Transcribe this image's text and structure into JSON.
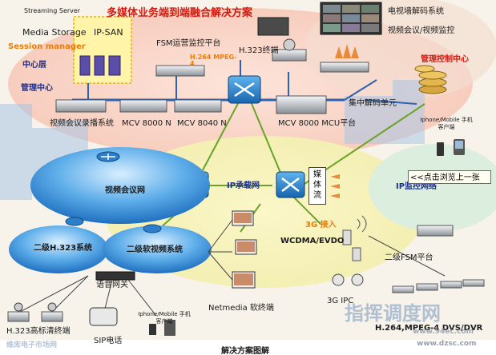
{
  "diagram": {
    "title": "多媒体业务端到端融合解决方案",
    "storage": {
      "streaming_server": "Streaming Server",
      "media_storage": "Media Storage",
      "ip_san": "IP-SAN",
      "session_manager": "Session manager",
      "center_layer": "中心层",
      "management_center": "管理中心"
    },
    "fsm_platform": "FSM运营监控平台",
    "codec": "H.264 MPEG-4",
    "h323_terminal": "H.323终端",
    "video_wall": "电视墙解码系统",
    "video_conf_monitor": "视频会议/视频监控",
    "mgmt_control": "管理控制中心",
    "central_decode": "集中解码单元",
    "devices": {
      "recording": "视频会议录播系统",
      "mcv8000n": "MCV 8000 N",
      "mcv8040n": "MCV 8040 N",
      "mcu": "MCV 8000 MCU平台"
    },
    "mobile_client_top": "Iphone/Mobile 手机客户端",
    "networks": {
      "video_conf_net": "视频会议网",
      "ip_bearer": "IP承载网",
      "ip_monitor": "IP监控网络",
      "media_stream": "媒体流",
      "h323_level2": "二级H.323系统",
      "soft_video_level2": "二级软视频系统"
    },
    "tooltip": "<<点击浏览上一张",
    "access_3g": "3G 接入",
    "wcdma": "WCDMA/EVDO",
    "fsm_level2": "二级FSM平台",
    "voice_gateway": "语音网关",
    "netmedia": "Netmedia 软终端",
    "mobile_client_bottom": "Iphone/Mobile 手机客户端",
    "sip_phone": "SIP电话",
    "ipc_3g": "3G IPC",
    "dvs": "H.264,MPEG-4 DVS/DVR",
    "hd_terminal": "H.323高标清终端",
    "watermark": "维库电子市场网",
    "watermark_url": "www.dzsc.com",
    "watermark2": "指挥调度网",
    "watermark2_url": "www.94ec.com",
    "caption": "解决方案图解"
  },
  "colors": {
    "title_red": "#d4190f",
    "label_blue": "#1d2f8e",
    "orange": "#e97c09",
    "lan_blue": "#2c62b0",
    "link_green": "#6aa329",
    "cloud_blue": "#4fa3e6"
  }
}
